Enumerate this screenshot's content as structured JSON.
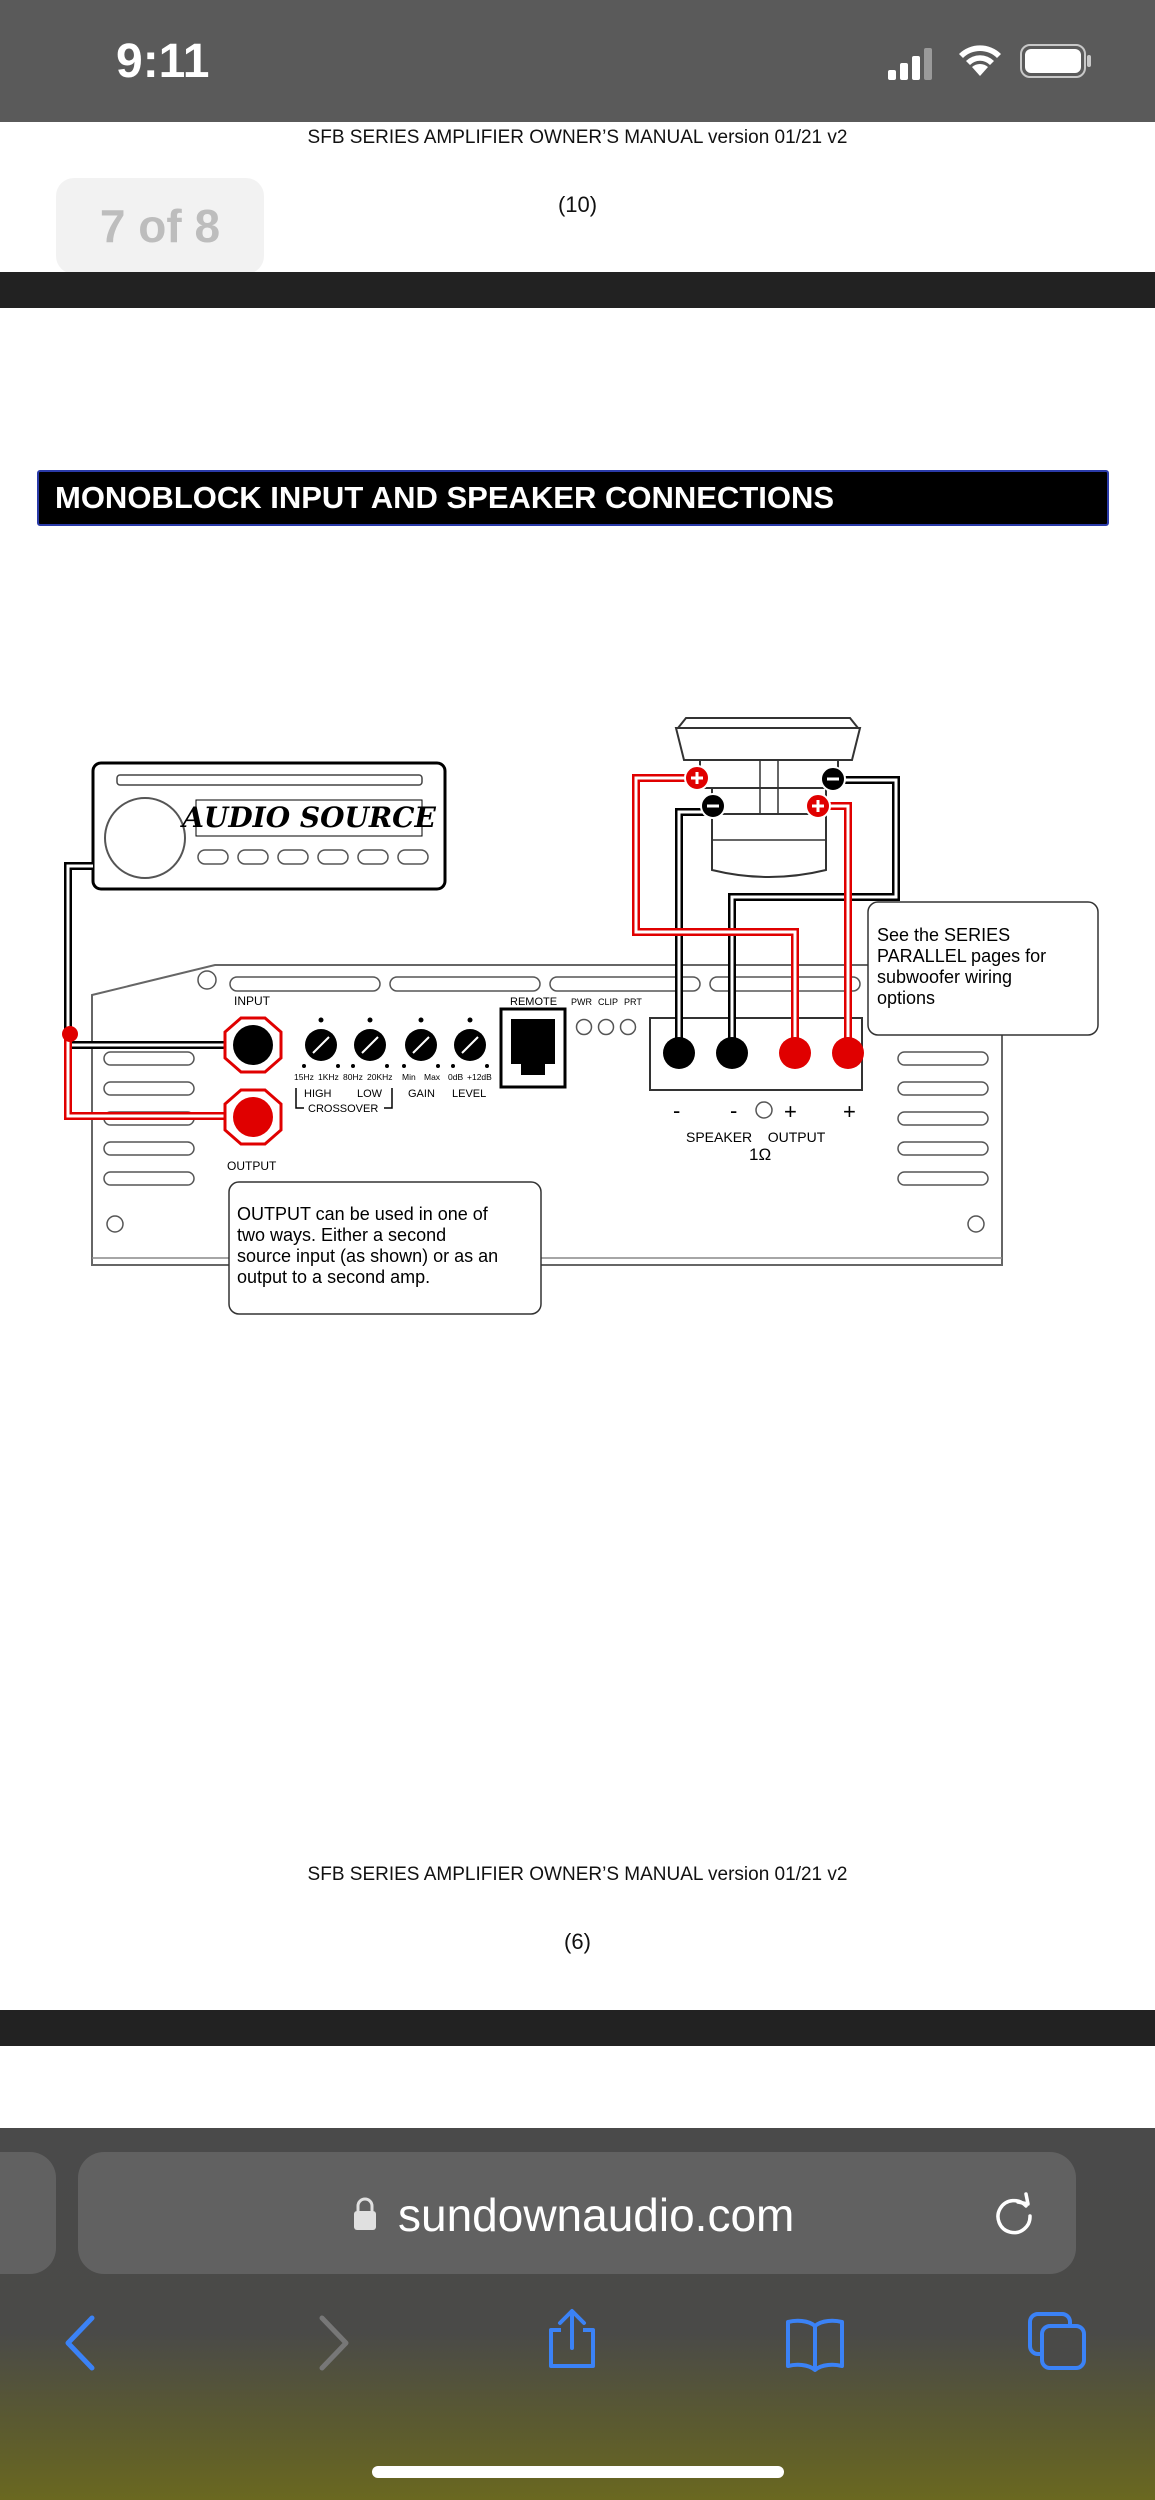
{
  "status_bar": {
    "time": "9:11"
  },
  "document": {
    "header_text": "SFB SERIES AMPLIFIER OWNER’S MANUAL version 01/21 v2",
    "previous_page_number": "(10)",
    "page_counter": "7 of 8",
    "section_title": "MONOBLOCK INPUT AND SPEAKER CONNECTIONS",
    "footer_text": "SFB SERIES AMPLIFIER OWNER’S MANUAL version 01/21 v2",
    "page_number": "(6)"
  },
  "diagram": {
    "audio_source_label": "AUDIO SOURCE",
    "input_label": "INPUT",
    "output_label": "OUTPUT",
    "remote_label": "REMOTE",
    "led_labels": [
      "PWR",
      "CLIP",
      "PRT"
    ],
    "knob_scale_labels": [
      "15Hz",
      "1KHz",
      "80Hz",
      "20KHz",
      "Min",
      "Max",
      "0dB",
      "+12dB"
    ],
    "knob_labels": [
      "HIGH",
      "LOW",
      "GAIN",
      "LEVEL"
    ],
    "crossover_label": "CROSSOVER",
    "terminal_signs": [
      "-",
      "-",
      "+",
      "+"
    ],
    "speaker_output_label": "SPEAKER    OUTPUT",
    "impedance_label": "1Ω",
    "series_note": "See the SERIES PARALLEL pages for subwoofer wiring options",
    "series_note_lines": [
      "See the SERIES",
      "PARALLEL pages for",
      "subwoofer wiring",
      "options"
    ],
    "output_note": "OUTPUT can be used in one of two ways.  Either a second source input (as shown) or as an output to a second amp.",
    "output_note_lines": [
      "OUTPUT can be used in one of",
      "two ways.  Either a second",
      "source input (as shown) or as an",
      "output to a second amp."
    ]
  },
  "browser": {
    "url": "sundownaudio.com",
    "toolbar": [
      "back-icon",
      "forward-icon",
      "share-icon",
      "bookmarks-icon",
      "tabs-icon"
    ],
    "accent_color": "#3b82f6"
  }
}
